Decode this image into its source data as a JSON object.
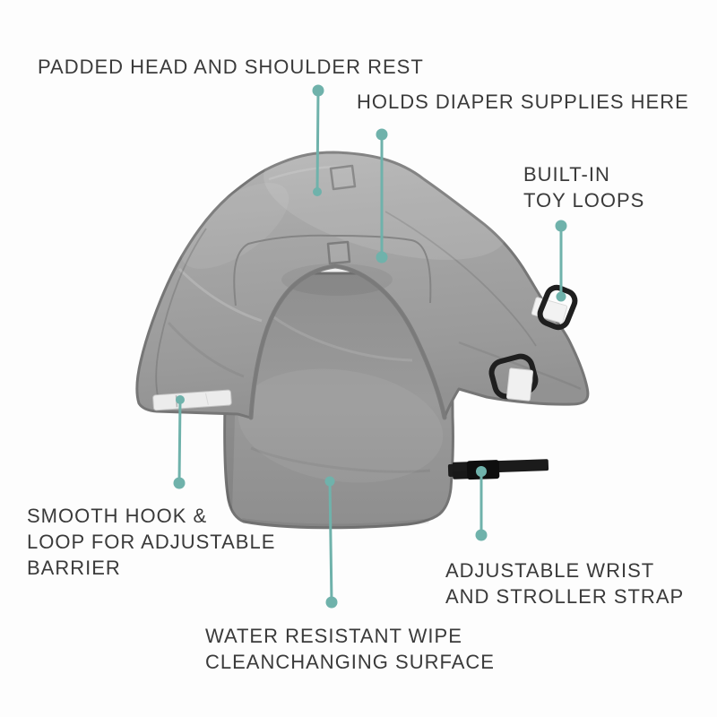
{
  "colors": {
    "accent": "#6fb2ab",
    "label_text": "#3a3a3a",
    "background": "#fdfdfd",
    "fabric_gray": "#a2a2a2",
    "pad_gray": "#949494",
    "strap_black": "#1c1c1c",
    "velcro_white": "#ececec"
  },
  "product": {
    "description": "Gray portable baby diaper changing pad with padded head rest, toy loops, hook-and-loop barrier and stroller strap"
  },
  "labels": {
    "padded_head": {
      "text": "PADDED HEAD AND SHOULDER REST"
    },
    "diaper_supplies": {
      "text": "HOLDS DIAPER SUPPLIES HERE"
    },
    "toy_loops": {
      "text": "BUILT-IN\nTOY LOOPS"
    },
    "hook_loop": {
      "text": "SMOOTH HOOK &\nLOOP FOR ADJUSTABLE\nBARRIER"
    },
    "wrist_strap": {
      "text": "ADJUSTABLE WRIST\nAND STROLLER STRAP"
    },
    "wipe_clean": {
      "text": "WATER RESISTANT WIPE\nCLEANCHANGING SURFACE"
    }
  }
}
